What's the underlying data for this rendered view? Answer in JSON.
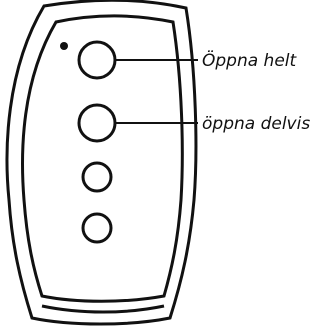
{
  "diagram": {
    "subject": "remote-control key fob",
    "buttons": [
      {
        "id": "button-1",
        "label": "Öppna helt"
      },
      {
        "id": "button-2",
        "label": "öppna delvis"
      },
      {
        "id": "button-3",
        "label": ""
      },
      {
        "id": "button-4",
        "label": ""
      }
    ],
    "indicator": "led-dot",
    "colors": {
      "stroke": "#111111",
      "fill": "#ffffff"
    }
  }
}
